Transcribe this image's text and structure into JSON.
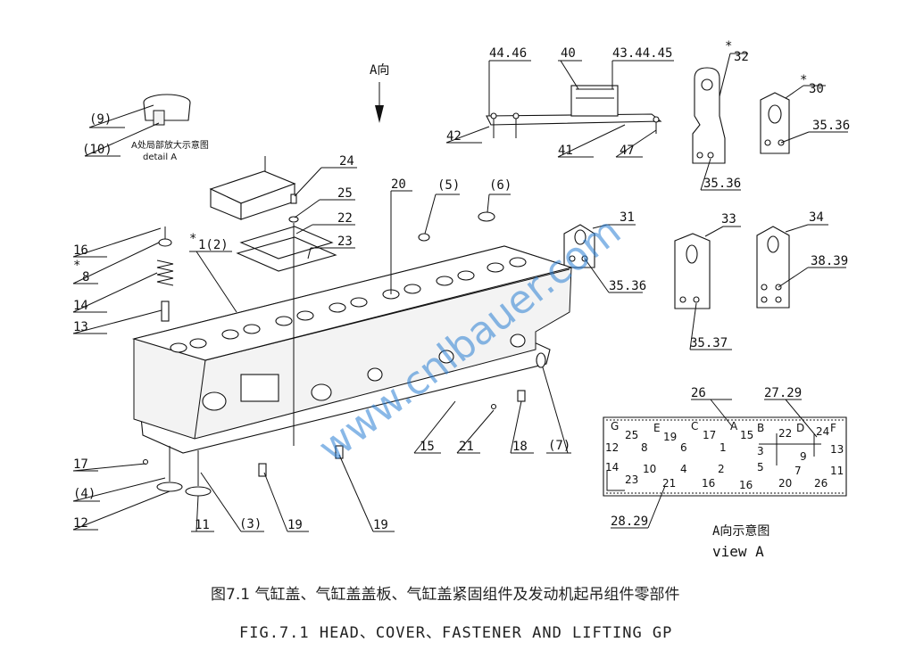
{
  "callouts": {
    "c9": "(9)",
    "c10": "(10)",
    "detail_cn": "A处局部放大示意图",
    "detail_en": "detail  A",
    "a_dir": "A向",
    "c16": "16",
    "c8": "8",
    "c14": "14",
    "c13": "13",
    "c1_2": "1(2)",
    "c24": "24",
    "c25": "25",
    "c22": "22",
    "c23": "23",
    "c20": "20",
    "c5": "(5)",
    "c6": "(6)",
    "c17": "17",
    "c4": "(4)",
    "c12": "12",
    "c11": "11",
    "c3": "(3)",
    "c19a": "19",
    "c19b": "19",
    "c15": "15",
    "c21": "21",
    "c18": "18",
    "c7": "(7)",
    "c44_46": "44.46",
    "c40": "40",
    "c43_44_45": "43.44.45",
    "c42": "42",
    "c41": "41",
    "c47": "47",
    "c32": "32",
    "c30": "30",
    "c35_36a": "35.36",
    "c35_36b": "35.36",
    "c31": "31",
    "c35_36c": "35.36",
    "c33": "33",
    "c34": "34",
    "c38_39": "38.39",
    "c35_37": "35.37",
    "c26": "26",
    "c27_29": "27.29",
    "c28_29": "28.29",
    "view_cn": "A向示意图",
    "view_en": "view  A",
    "star": "*"
  },
  "plate_labels": [
    "G",
    "25",
    "E",
    "19",
    "C",
    "17",
    "A",
    "15",
    "B",
    "22",
    "D",
    "24",
    "F",
    "12",
    "8",
    "6",
    "1",
    "3",
    "9",
    "13",
    "14",
    "10",
    "4",
    "2",
    "5",
    "7",
    "11",
    "23",
    "21",
    "16",
    "16",
    "20",
    "26"
  ],
  "caption": {
    "cn": "图7.1 气缸盖、气缸盖盖板、气缸盖紧固组件及发动机起吊组件零部件",
    "en": "FIG.7.1 HEAD、COVER、FASTENER AND LIFTING GP"
  },
  "watermark": "www.cnlbauer.com",
  "colors": {
    "line": "#111111",
    "watermark": "#2a7fd4"
  }
}
